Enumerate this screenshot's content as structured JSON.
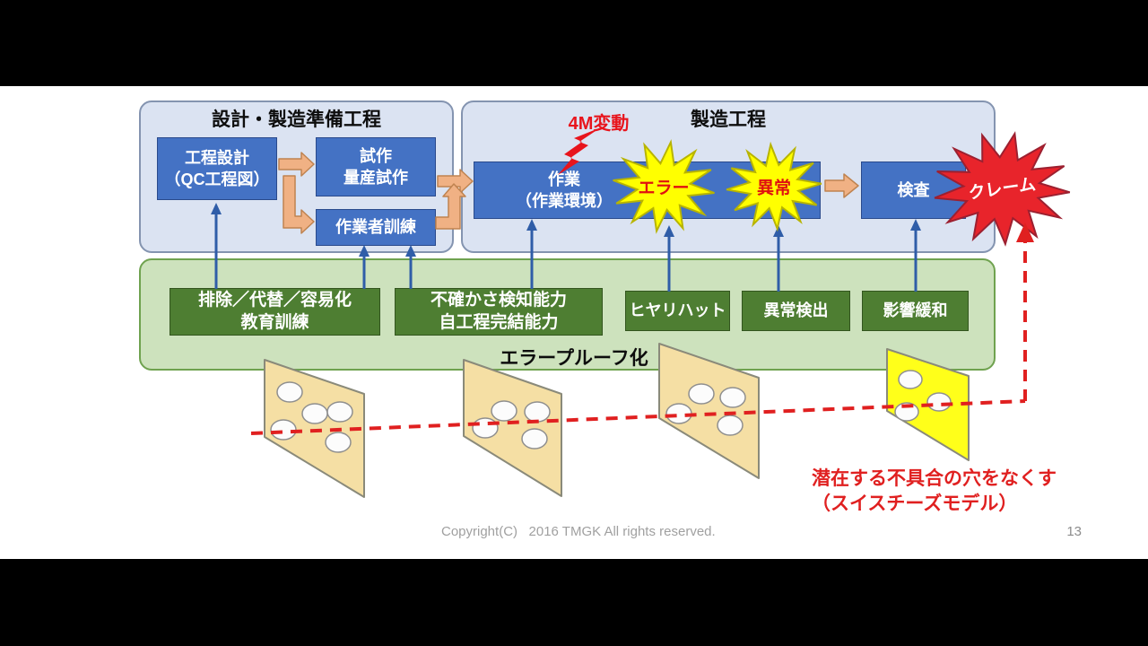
{
  "frame": {
    "copyright": "Copyright(C)   2016 TMGK All rights reserved.",
    "page_number": "13"
  },
  "design_prep": {
    "title": "設計・製造準備工程",
    "process_design_line1": "工程設計",
    "process_design_line2": "（QC工程図）",
    "prototype_line1": "試作",
    "prototype_line2": "量産試作",
    "worker_training": "作業者訓練"
  },
  "manufacturing": {
    "title": "製造工程",
    "fourm_variation": "4M変動",
    "work_line1": "作業",
    "work_line2": "（作業環境）",
    "error": "エラー",
    "abnormal": "異常",
    "inspection": "検査",
    "claim": "クレーム"
  },
  "error_proofing": {
    "label": "エラープルーフ化",
    "eliminate_line1": "排除／代替／容易化",
    "eliminate_line2": "教育訓練",
    "uncertainty_line1": "不確かさ検知能力",
    "uncertainty_line2": "自工程完結能力",
    "near_miss": "ヒヤリハット",
    "abnormal_detection": "異常検出",
    "impact_mitigation": "影響緩和"
  },
  "swiss_cheese": {
    "caption_line1": "潜在する不具合の穴をなくす",
    "caption_line2": "（スイスチーズモデル）"
  },
  "colors": {
    "panel_blue_fill": "#dbe3f2",
    "panel_blue_border": "#8494b0",
    "box_blue": "#4472c4",
    "panel_green_fill": "#cde2bd",
    "panel_green_border": "#6fa24f",
    "box_green": "#4e7e32",
    "arrow_orange": "#f0b184",
    "arrow_blue": "#2f5da8",
    "star_yellow": "#ffff00",
    "star_red": "#e8242b",
    "accent_red": "#e02020",
    "cheese_tan": "#f5dfa4",
    "cheese_yellow": "#ffff1a"
  }
}
